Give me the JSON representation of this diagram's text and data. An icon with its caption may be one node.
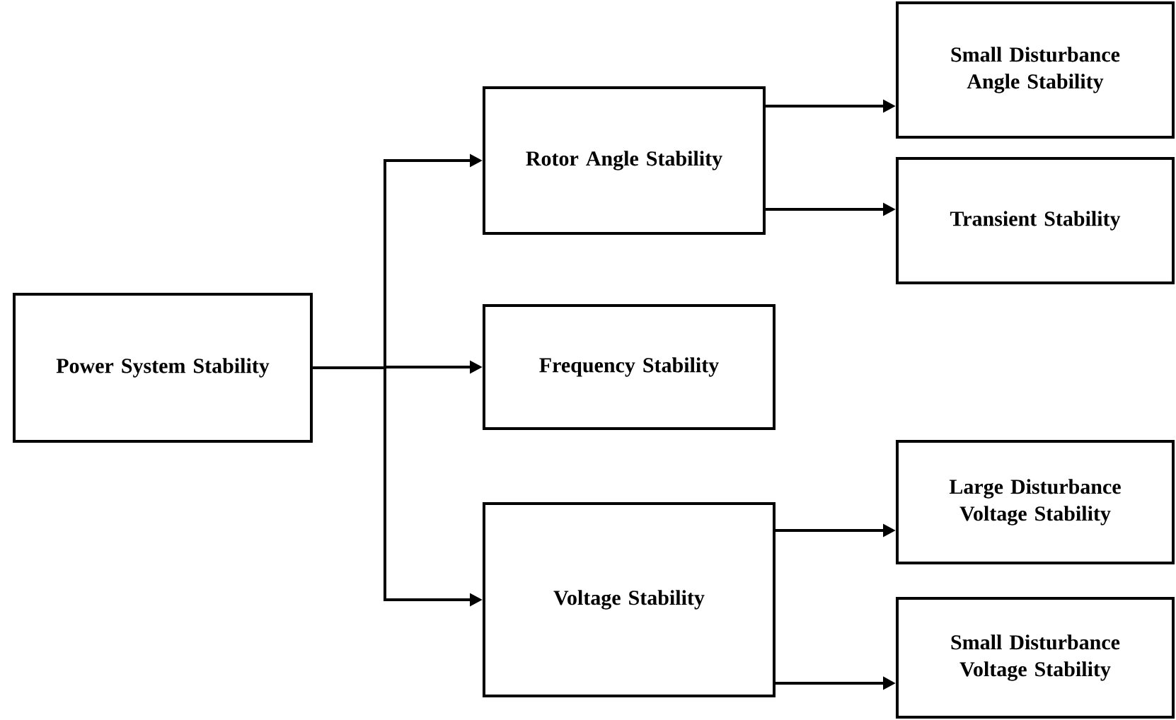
{
  "diagram": {
    "nodes": [
      {
        "text": [
          "Power System Stability"
        ]
      },
      {
        "text": [
          "Rotor Angle Stability"
        ]
      },
      {
        "text": [
          "Frequency Stability"
        ]
      },
      {
        "text": [
          "Voltage Stability"
        ]
      },
      {
        "text": [
          "Small Disturbance Angle Stability"
        ]
      },
      {
        "text": [
          "Transient Stability"
        ]
      },
      {
        "text": [
          "Large Disturbance Voltage Stability"
        ]
      },
      {
        "text": [
          "Small Disturbance Voltage Stability"
        ]
      }
    ],
    "edges": [
      {
        "from": 0,
        "to": 1,
        "arrow": "to"
      },
      {
        "from": 0,
        "to": 2,
        "arrow": "to"
      },
      {
        "from": 0,
        "to": 3,
        "arrow": "to"
      },
      {
        "from": 1,
        "to": 4,
        "arrow": "to"
      },
      {
        "from": 1,
        "to": 5,
        "arrow": "to"
      },
      {
        "from": 3,
        "to": 6,
        "arrow": "to"
      },
      {
        "from": 3,
        "to": 7,
        "arrow": "to"
      }
    ]
  }
}
